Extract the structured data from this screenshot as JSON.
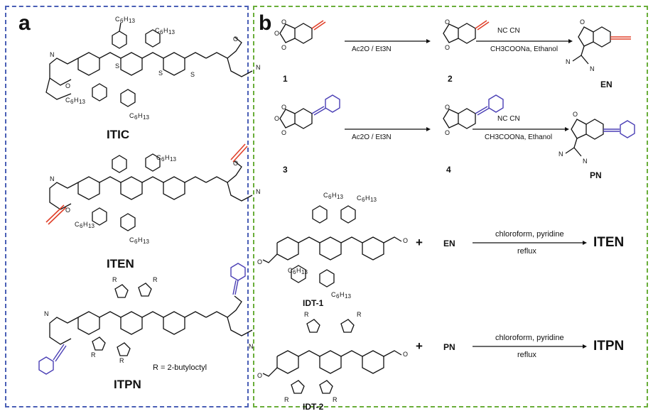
{
  "panel_a": {
    "label": "a",
    "compounds": [
      "ITIC",
      "ITEN",
      "ITPN"
    ],
    "r_note": "R = 2-butyloctyl",
    "substituent": "C6H13"
  },
  "panel_b": {
    "label": "b",
    "step1": {
      "start": "1",
      "product": "2",
      "reagent_below": "Ac2O / Et3N"
    },
    "step2": {
      "reagent_above": "NC  CN",
      "reagent_below": "CH3COONa, Ethanol",
      "product": "EN"
    },
    "step3": {
      "start": "3",
      "product": "4",
      "reagent_below": "Ac2O / Et3N"
    },
    "step4": {
      "reagent_above": "NC  CN",
      "reagent_below": "CH3COONa, Ethanol",
      "product": "PN"
    },
    "step5": {
      "core": "IDT-1",
      "plus": "+",
      "partner": "EN",
      "cond_above": "chloroform, pyridine",
      "cond_below": "reflux",
      "product": "ITEN"
    },
    "step6": {
      "core": "IDT-2",
      "plus": "+",
      "partner": "PN",
      "cond_above": "chloroform, pyridine",
      "cond_below": "reflux",
      "product": "ITPN"
    }
  },
  "colors": {
    "panel_a_border": "#4a5fb5",
    "panel_b_border": "#6aae3a",
    "ethynyl_red": "#e0402a",
    "phenylethynyl_blue": "#4a3fb5"
  }
}
